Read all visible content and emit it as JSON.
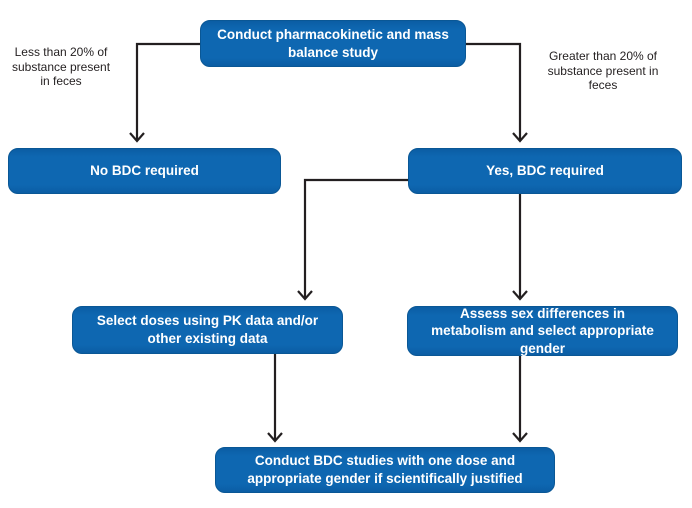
{
  "diagram": {
    "title_hint": "BDC study decision flowchart",
    "colors": {
      "box_fill": "#0e67b1",
      "box_border": "#0a5795",
      "box_text": "#ffffff",
      "line": "#231f20",
      "label_text": "#231f20",
      "background": "#ffffff"
    },
    "nodes": {
      "top": {
        "label": "Conduct pharmacokinetic and mass balance study"
      },
      "no_bdc": {
        "label": "No BDC required"
      },
      "yes_bdc": {
        "label": "Yes, BDC required"
      },
      "select_doses": {
        "label": "Select doses using PK data and/or other existing data"
      },
      "assess_sex": {
        "label": "Assess sex differences in metabolism and select appropriate gender"
      },
      "conduct_bdc": {
        "label": "Conduct BDC studies with one dose and appropriate gender if scientifically justified"
      }
    },
    "branch_labels": {
      "left": "Less than 20% of substance present in feces",
      "right": "Greater than 20% of substance present in feces"
    },
    "edges": [
      {
        "from": "top",
        "to": "no_bdc",
        "label": "Less than 20% of substance present in feces"
      },
      {
        "from": "top",
        "to": "yes_bdc",
        "label": "Greater than 20% of substance present in feces"
      },
      {
        "from": "yes_bdc",
        "to": "select_doses",
        "label": ""
      },
      {
        "from": "yes_bdc",
        "to": "assess_sex",
        "label": ""
      },
      {
        "from": "select_doses",
        "to": "conduct_bdc",
        "label": ""
      },
      {
        "from": "assess_sex",
        "to": "conduct_bdc",
        "label": ""
      }
    ]
  }
}
